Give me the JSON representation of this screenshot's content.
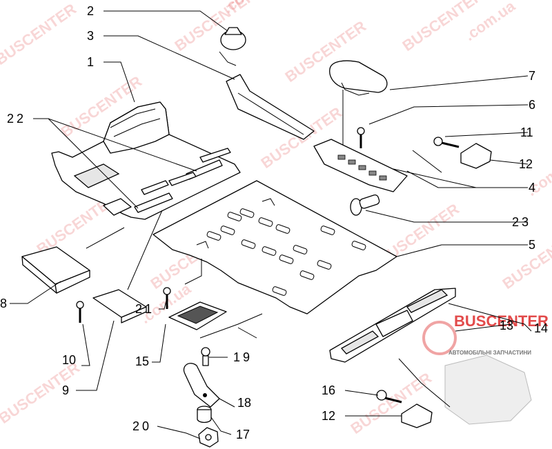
{
  "callouts": {
    "c1": "1",
    "c2": "2",
    "c3": "3",
    "c4": "4",
    "c5": "5",
    "c6": "6",
    "c7": "7",
    "c8": "8",
    "c9": "9",
    "c10": "10",
    "c11": "11",
    "c12a": "12",
    "c12b": "12",
    "c13": "13",
    "c14": "14",
    "c15": "15",
    "c16": "16",
    "c17": "17",
    "c18": "18",
    "c19": "19",
    "c20": "20",
    "c21": "21",
    "c22": "22",
    "c23": "23"
  },
  "watermark": {
    "text": "BUSCENTER",
    "domain": ".com.ua",
    "logo_name": "BUSCENTER",
    "logo_tagline": "АВТОМОБІЛЬНІ ЗАПЧАСТИНИ",
    "color": "#e24a4a"
  }
}
